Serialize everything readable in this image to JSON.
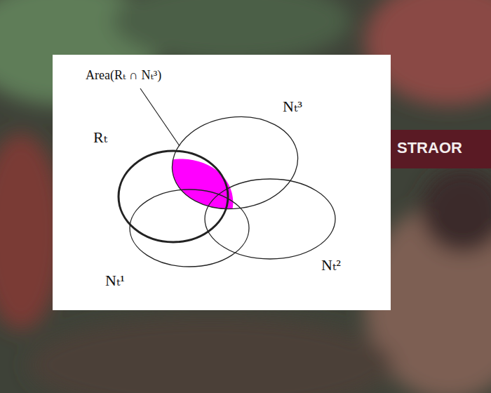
{
  "diagram": {
    "nodes": [
      {
        "text": [
          "Nₜ³"
        ]
      },
      {
        "text": [
          "Rₜ"
        ]
      },
      {
        "text": [
          "Nₜ²"
        ]
      },
      {
        "text": [
          "Nₜ¹"
        ]
      }
    ],
    "labels": [
      "Area(Rₜ ∩ Nₜ³)",
      "STRAOR"
    ]
  }
}
